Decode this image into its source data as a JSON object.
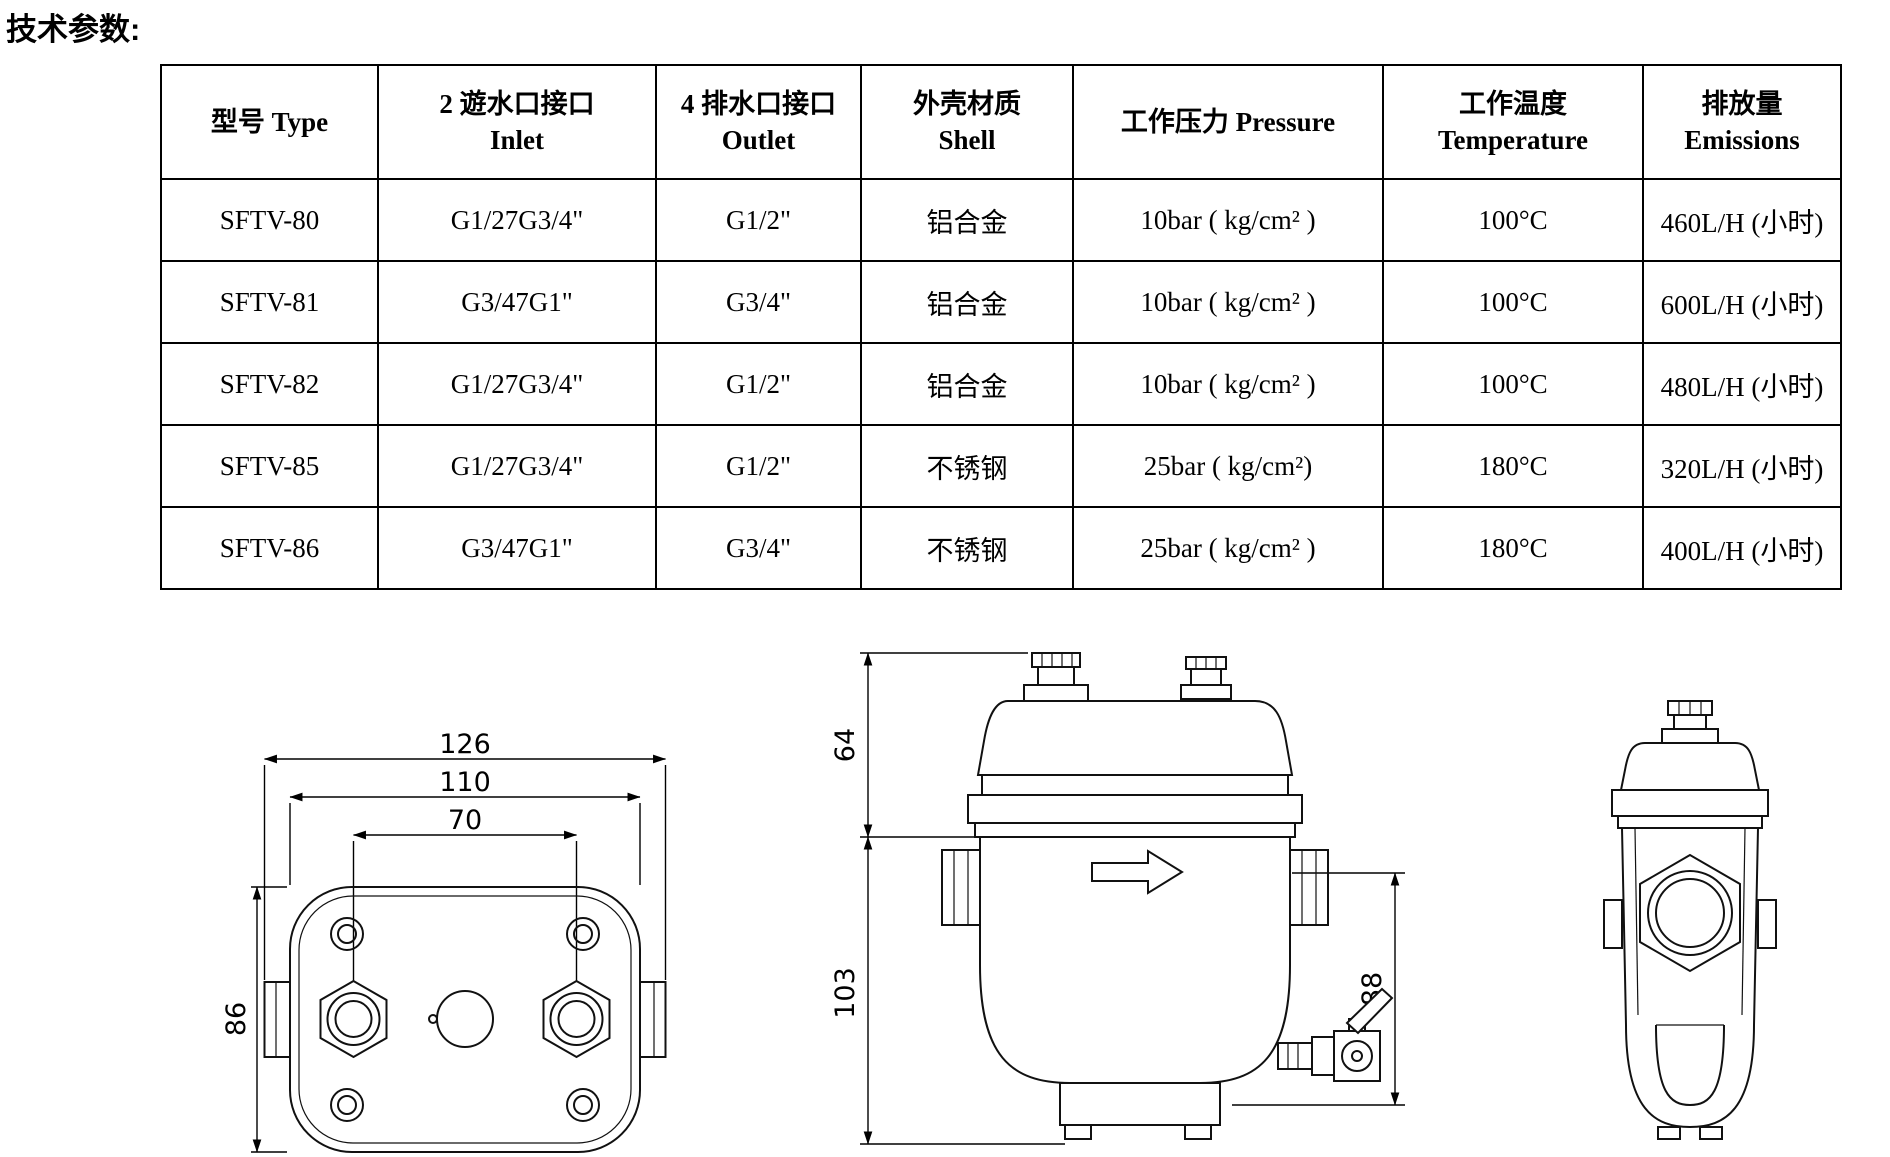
{
  "page": {
    "title": "技术参数:"
  },
  "table": {
    "headers": [
      {
        "line1": "型号  Type",
        "line2": ""
      },
      {
        "line1": "2 遊水口接口",
        "line2": "Inlet"
      },
      {
        "line1": "4 排水口接口",
        "line2": "Outlet"
      },
      {
        "line1": "外壳材质",
        "line2": "Shell"
      },
      {
        "line1": "工作压力  Pressure",
        "line2": ""
      },
      {
        "line1": "工作温度",
        "line2": "Temperature"
      },
      {
        "line1": "排放量",
        "line2": "Emissions"
      }
    ],
    "rows": [
      {
        "type": "SFTV-80",
        "inlet": "G1/27G3/4\"",
        "outlet": "G1/2\"",
        "shell": "铝合金",
        "pressure": "10bar (  kg/cm² )",
        "temperature": "100°C",
        "emissions": "460L/H (小时)"
      },
      {
        "type": "SFTV-81",
        "inlet": "G3/47G1\"",
        "outlet": "G3/4\"",
        "shell": "铝合金",
        "pressure": "10bar ( kg/cm² )",
        "temperature": "100°C",
        "emissions": "600L/H (小时)"
      },
      {
        "type": "SFTV-82",
        "inlet": "G1/27G3/4\"",
        "outlet": "G1/2\"",
        "shell": "铝合金",
        "pressure": "10bar (  kg/cm² )",
        "temperature": "100°C",
        "emissions": "480L/H (小时)"
      },
      {
        "type": "SFTV-85",
        "inlet": "G1/27G3/4\"",
        "outlet": "G1/2\"",
        "shell": "不锈钢",
        "pressure": "25bar ( kg/cm²)",
        "temperature": "180°C",
        "emissions": "320L/H (小时)"
      },
      {
        "type": "SFTV-86",
        "inlet": "G3/47G1\"",
        "outlet": "G3/4\"",
        "shell": "不锈钢",
        "pressure": "25bar (  kg/cm² )",
        "temperature": "180°C",
        "emissions": "400L/H (小时)"
      }
    ]
  },
  "drawings": {
    "top_view": {
      "width_outer": "126",
      "width_body": "110",
      "port_spacing": "70",
      "height": "86"
    },
    "side_view": {
      "cap_height": "64",
      "body_height": "103",
      "right_height": "88"
    }
  }
}
